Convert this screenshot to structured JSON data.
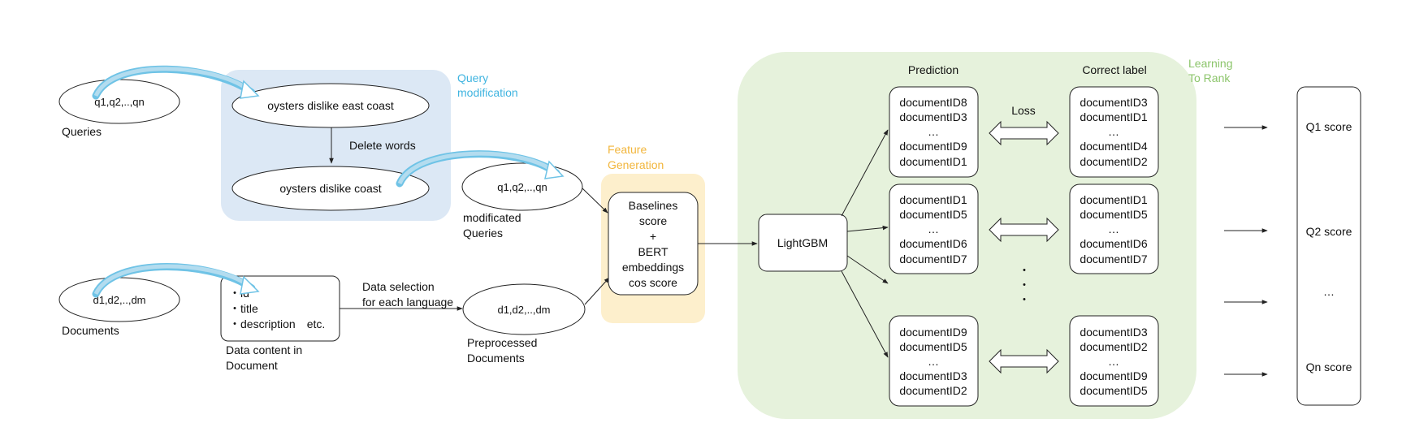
{
  "query_group": {
    "label_line1": "Query",
    "label_line2": "modification",
    "queries": "q1,q2,..,qn",
    "queries_label": "Queries",
    "original_query": "oysters dislike east coast",
    "step_label": "Delete words",
    "modified_query": "oysters dislike coast",
    "modified_queries": "q1,q2,..,qn",
    "modified_label_line1": "modificated",
    "modified_label_line2": "Queries"
  },
  "document_group": {
    "documents": "d1,d2,..,dm",
    "documents_label": "Documents",
    "content_items": [
      "・id",
      "・title",
      "・description　etc."
    ],
    "content_label_line1": "Data content in",
    "content_label_line2": "Document",
    "selection_label_line1": "Data selection",
    "selection_label_line2": "for each language",
    "preprocessed": "d1,d2,..,dm",
    "preprocessed_label_line1": "Preprocessed",
    "preprocessed_label_line2": "Documents"
  },
  "feature_group": {
    "label_line1": "Feature",
    "label_line2": "Generation",
    "box_lines": [
      "Baselines",
      "score",
      "+",
      "BERT",
      "embeddings",
      "cos score"
    ]
  },
  "ltr_group": {
    "label_line1": "Learning",
    "label_line2": "To Rank",
    "model": "LightGBM",
    "prediction_header": "Prediction",
    "correct_header": "Correct label",
    "loss_label": "Loss",
    "vertical_dots": [
      "・",
      "・",
      "・"
    ],
    "rows": [
      {
        "prediction": [
          "documentID8",
          "documentID3",
          "…",
          "documentID9",
          "documentID1"
        ],
        "correct": [
          "documentID3",
          "documentID1",
          "…",
          "documentID4",
          "documentID2"
        ]
      },
      {
        "prediction": [
          "documentID1",
          "documentID5",
          "…",
          "documentID6",
          "documentID7"
        ],
        "correct": [
          "documentID1",
          "documentID5",
          "…",
          "documentID6",
          "documentID7"
        ]
      },
      {
        "prediction": [
          "documentID9",
          "documentID5",
          "…",
          "documentID3",
          "documentID2"
        ],
        "correct": [
          "documentID3",
          "documentID2",
          "…",
          "documentID9",
          "documentID5"
        ]
      }
    ]
  },
  "scores": [
    "Q1 score",
    "Q2 score",
    "…",
    "Qn score"
  ],
  "colors": {
    "query_bg": "#dce8f5",
    "feature_bg": "#fdefcc",
    "ltr_bg": "#e6f2dc",
    "query_label": "#3fb4e0",
    "feature_label": "#f2b63c",
    "ltr_label": "#8cc56b",
    "curved_arrow": "#6fc3e6"
  }
}
